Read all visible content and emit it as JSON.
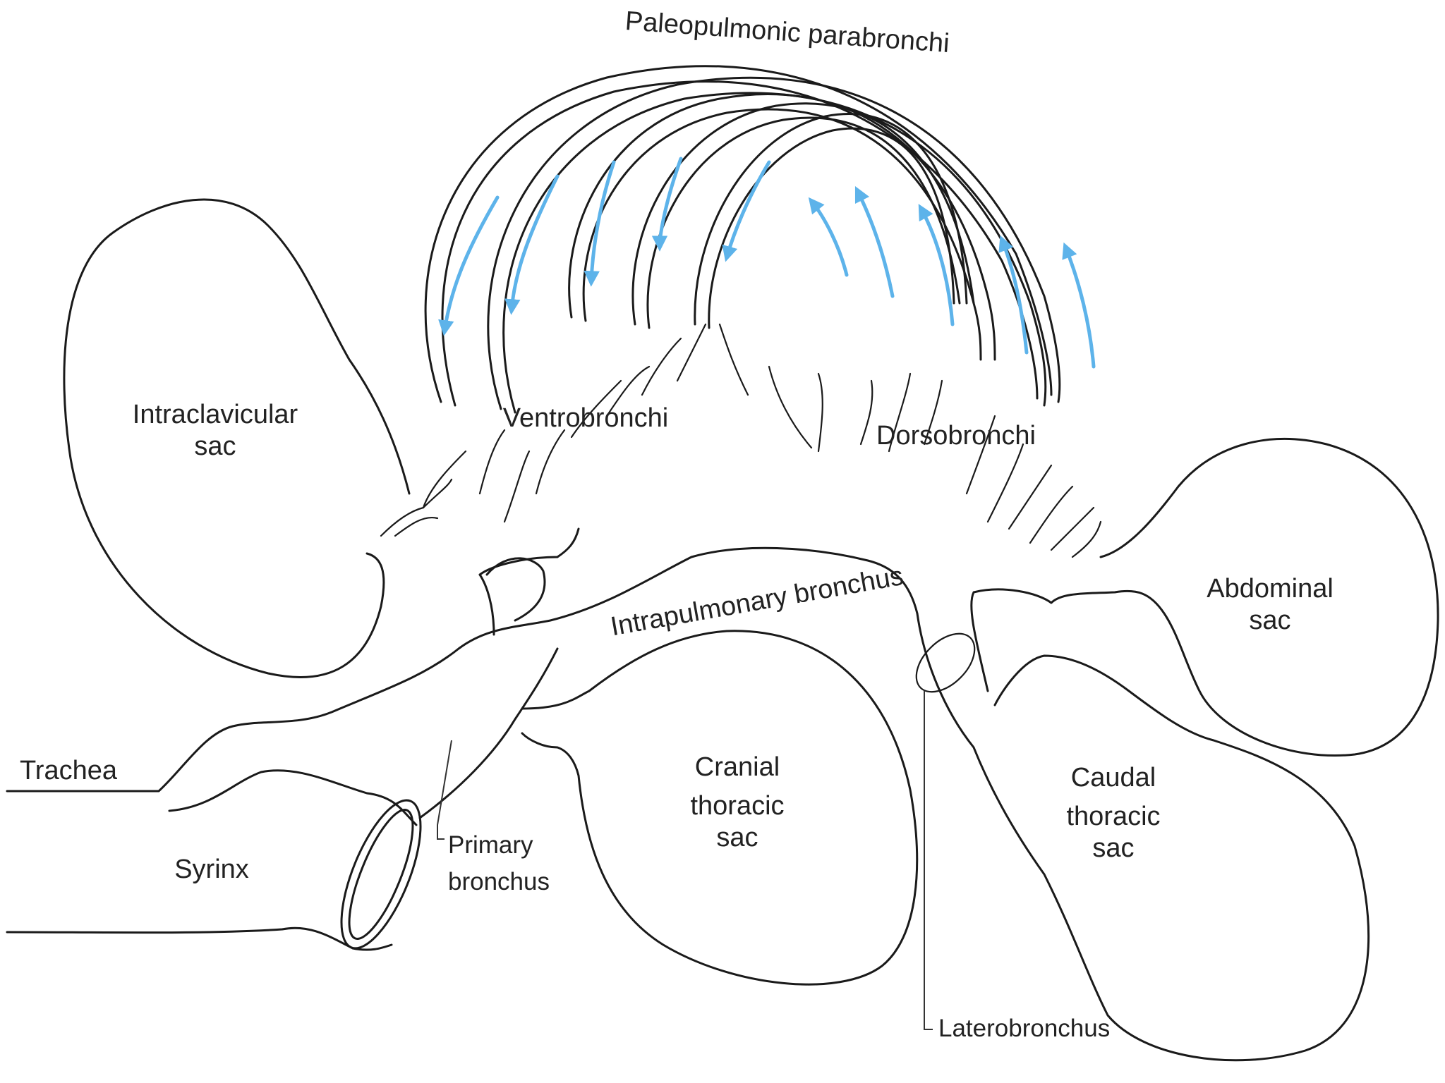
{
  "colors": {
    "outline": "#1a1a1a",
    "airflow_arrows": "#5db3ea",
    "background": "#ffffff"
  },
  "labels": {
    "paleopulmonic": "Paleopulmonic parabronchi",
    "intraclavicular_line1": "Intraclavicular",
    "intraclavicular_line2": "sac",
    "ventrobronchi": "Ventrobronchi",
    "dorsobronchi": "Dorsobronchi",
    "abdominal_line1": "Abdominal",
    "abdominal_line2": "sac",
    "intrapulmonary": "Intrapulmonary bronchus",
    "trachea": "Trachea",
    "syrinx": "Syrinx",
    "primary_line1": "Primary",
    "primary_line2": "bronchus",
    "cranial_line1": "Cranial",
    "cranial_line2": "thoracic",
    "cranial_line3": "sac",
    "caudal_line1": "Caudal",
    "caudal_line2": "thoracic",
    "caudal_line3": "sac",
    "laterobronchus": "Laterobronchus"
  },
  "icons": {
    "flow_arrow": "arrowhead"
  }
}
